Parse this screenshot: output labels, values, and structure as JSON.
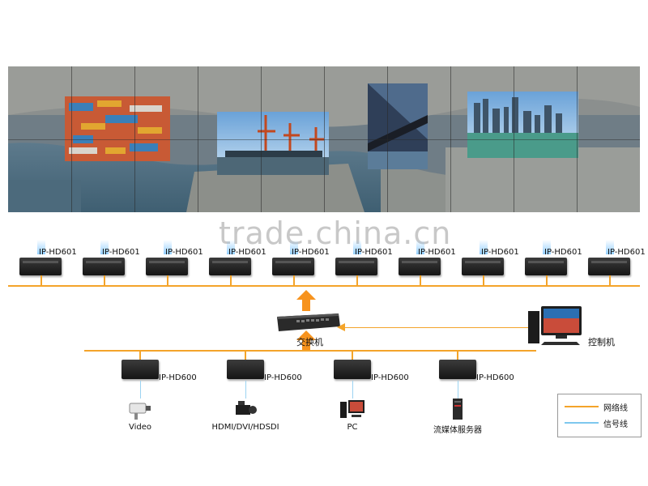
{
  "watermark": "trade.china.cn",
  "decoders": {
    "label": "IP-HD601",
    "count": 10
  },
  "switch": {
    "label": "交换机"
  },
  "controller": {
    "label": "控制机"
  },
  "encoders": [
    {
      "label": "IP-HD600",
      "source": "Video",
      "source_icon": "camera-icon"
    },
    {
      "label": "IP-HD600",
      "source": "HDMI/DVI/HDSDI",
      "source_icon": "camcorder-icon"
    },
    {
      "label": "IP-HD600",
      "source": "PC",
      "source_icon": "pc-icon"
    },
    {
      "label": "IP-HD600",
      "source": "流媒体服务器",
      "source_icon": "server-icon"
    }
  ],
  "legend": [
    {
      "label": "网络线",
      "color": "#f4a42a"
    },
    {
      "label": "信号线",
      "color": "#7ec8ee"
    }
  ],
  "colors": {
    "network": "#f4a42a",
    "signal": "#7ec8ee",
    "arrow": "#f7931e"
  }
}
